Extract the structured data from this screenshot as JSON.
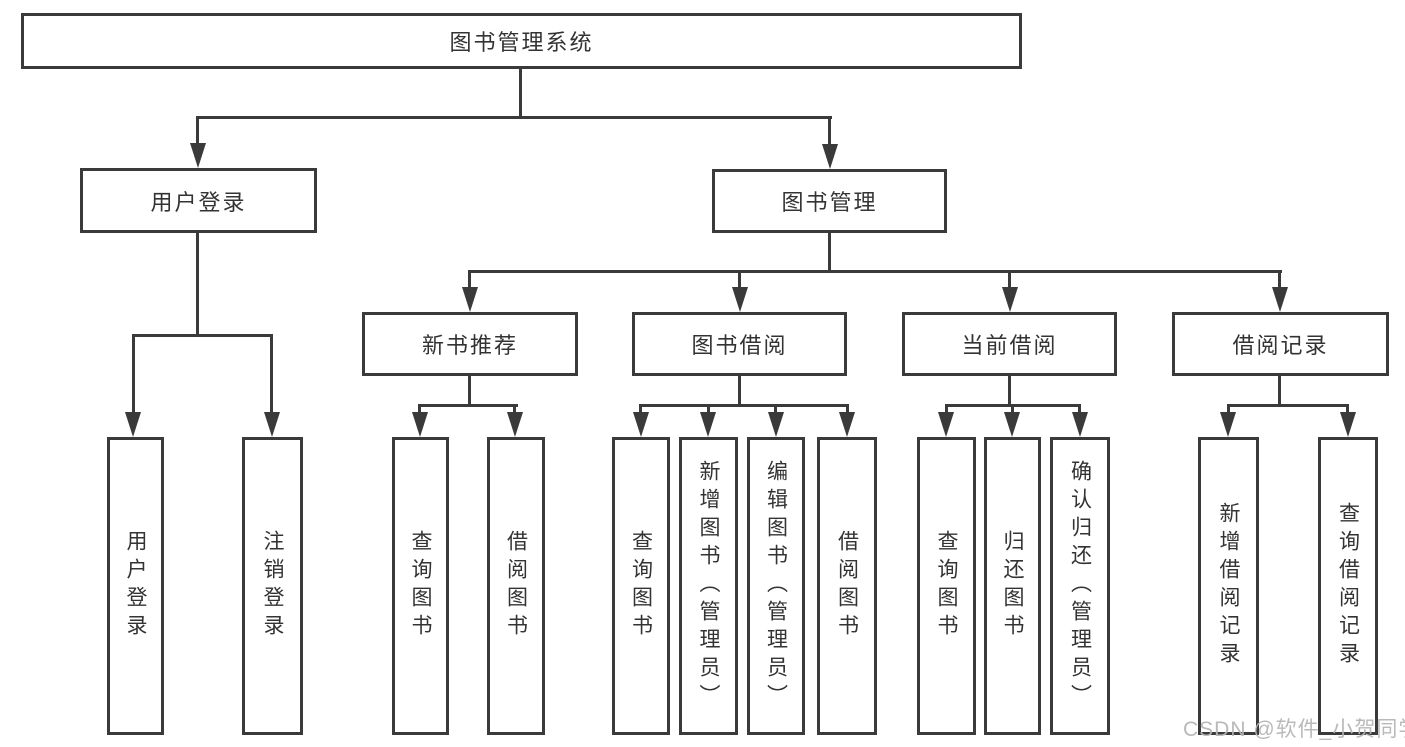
{
  "colors": {
    "line": "#3a3a3a",
    "text": "#333333",
    "watermark": "#b6b6b6",
    "background": "#ffffff"
  },
  "watermark": "CSDN @软件_小贺同学",
  "nodes": {
    "root": {
      "label": "图书管理系统",
      "children": [
        "login",
        "mgmt"
      ]
    },
    "login": {
      "label": "用户登录",
      "children": [
        "login_do",
        "logout"
      ]
    },
    "mgmt": {
      "label": "图书管理",
      "children": [
        "newrec",
        "borrow",
        "current",
        "records"
      ]
    },
    "newrec": {
      "label": "新书推荐",
      "children": [
        "nr_query",
        "nr_borrow"
      ]
    },
    "borrow": {
      "label": "图书借阅",
      "children": [
        "b_query",
        "b_add",
        "b_edit",
        "b_borrow"
      ]
    },
    "current": {
      "label": "当前借阅",
      "children": [
        "c_query",
        "c_return",
        "c_confirm"
      ]
    },
    "records": {
      "label": "借阅记录",
      "children": [
        "r_add",
        "r_query"
      ]
    },
    "login_do": {
      "label": "用户登录"
    },
    "logout": {
      "label": "注销登录"
    },
    "nr_query": {
      "label": "查询图书"
    },
    "nr_borrow": {
      "label": "借阅图书"
    },
    "b_query": {
      "label": "查询图书"
    },
    "b_add": {
      "label": "新增图书（管理员）"
    },
    "b_edit": {
      "label": "编辑图书（管理员）"
    },
    "b_borrow": {
      "label": "借阅图书"
    },
    "c_query": {
      "label": "查询图书"
    },
    "c_return": {
      "label": "归还图书"
    },
    "c_confirm": {
      "label": "确认归还（管理员）"
    },
    "r_add": {
      "label": "新增借阅记录"
    },
    "r_query": {
      "label": "查询借阅记录"
    }
  }
}
